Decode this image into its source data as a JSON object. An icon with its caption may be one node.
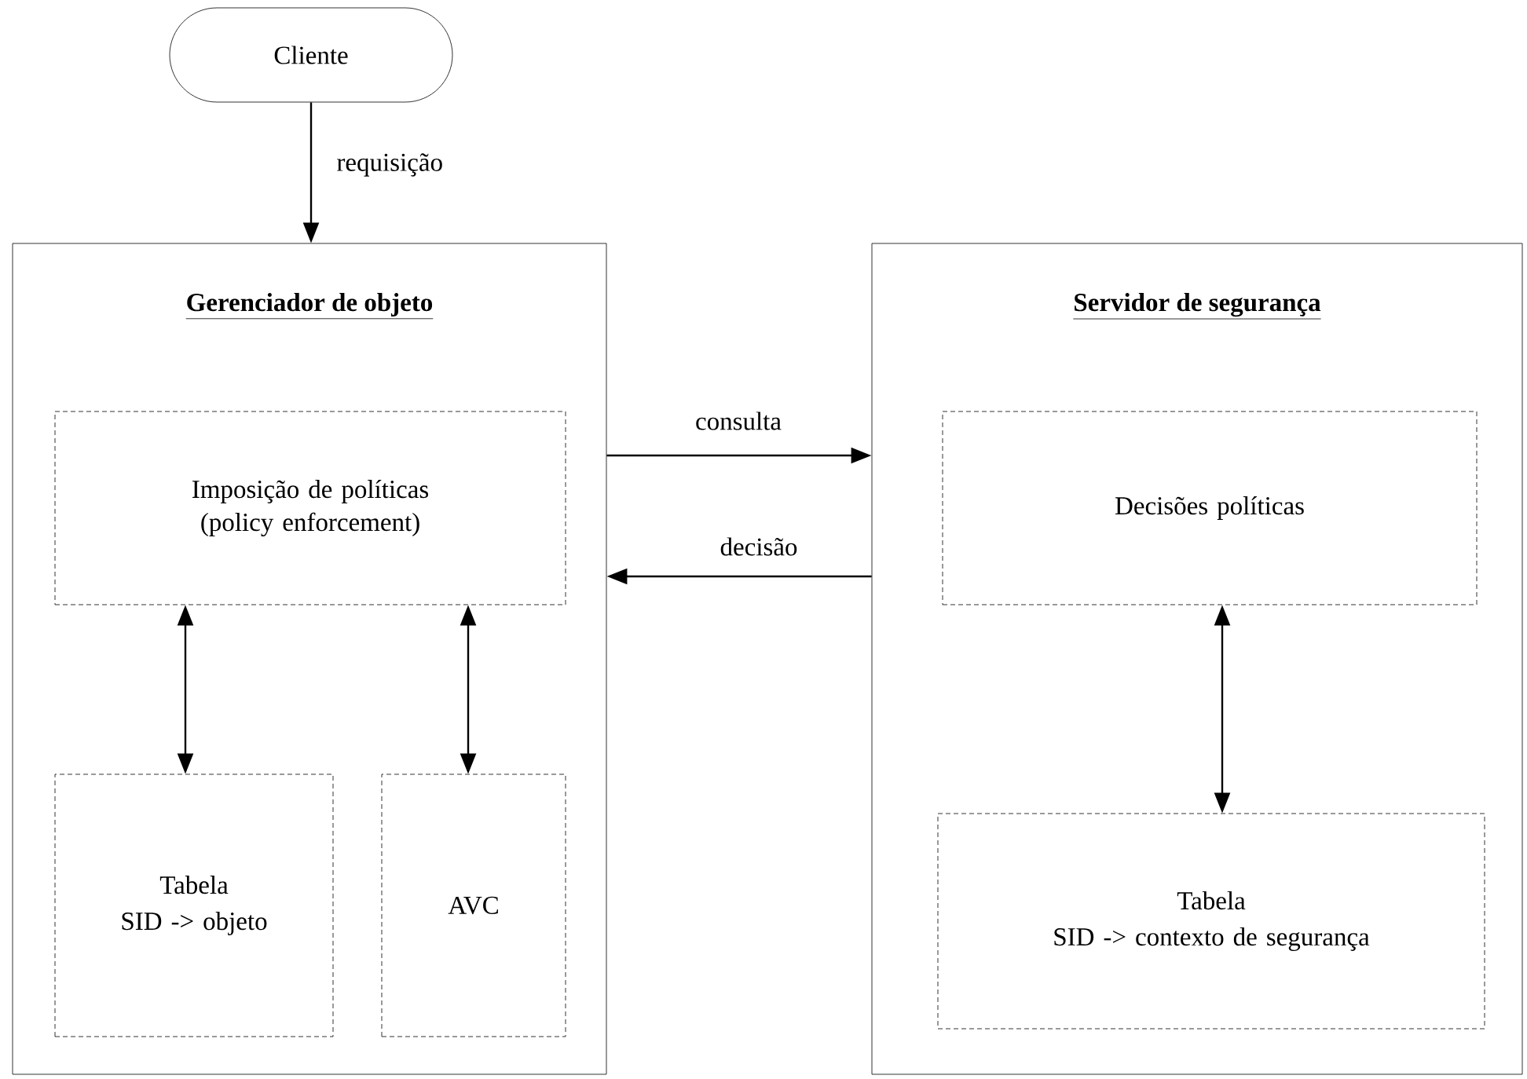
{
  "diagram": {
    "nodes": [
      {
        "text": [
          "Cliente"
        ]
      },
      {
        "text": [
          "Gerenciador de objeto"
        ]
      },
      {
        "text": [
          "Imposição de políticas (policy enforcement)"
        ],
        "in": 1
      },
      {
        "text": [
          "Tabela",
          "SID -> objeto"
        ],
        "in": 1
      },
      {
        "text": [
          "AVC"
        ],
        "in": 1
      },
      {
        "text": [
          "Servidor de segurança"
        ]
      },
      {
        "text": [
          "Decisões políticas"
        ],
        "in": 5
      },
      {
        "text": [
          "Tabela",
          "SID -> contexto de segurança"
        ],
        "in": 5
      }
    ],
    "edges": [
      {
        "from": 0,
        "to": 1,
        "arrow": "to",
        "label": "requisição"
      },
      {
        "from": 1,
        "to": 5,
        "arrow": "to",
        "label": "consulta"
      },
      {
        "from": 5,
        "to": 1,
        "arrow": "to",
        "label": "decisão"
      },
      {
        "from": 2,
        "to": 3,
        "arrow": "both"
      },
      {
        "from": 2,
        "to": 4,
        "arrow": "both"
      },
      {
        "from": 6,
        "to": 7,
        "arrow": "both"
      }
    ]
  }
}
